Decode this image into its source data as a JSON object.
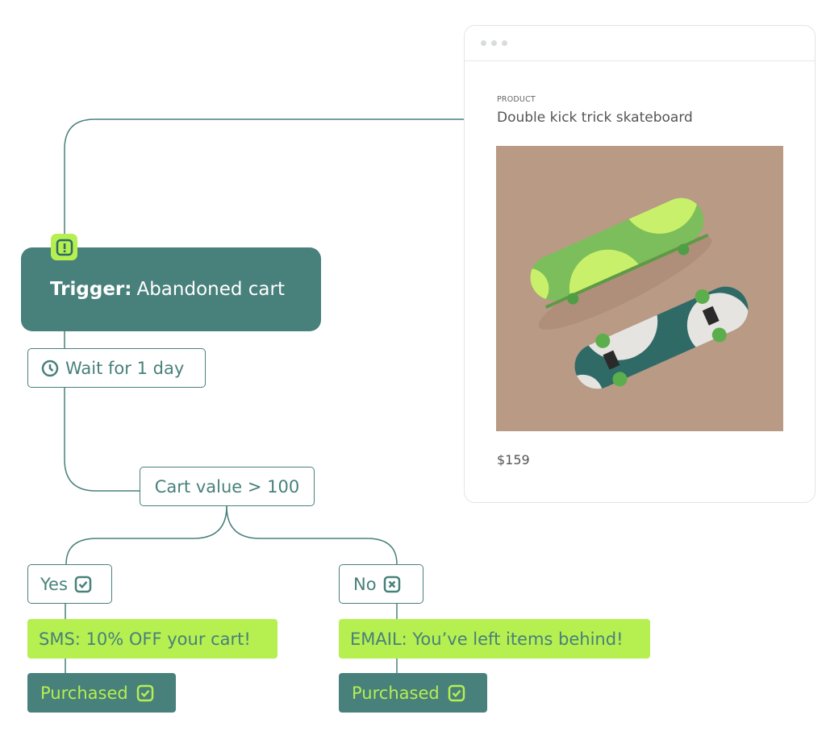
{
  "product_card": {
    "window_dots": 3,
    "label": "PRODUCT",
    "title": "Double kick trick skateboard",
    "image": "skateboard-product-photo",
    "price": "$159"
  },
  "workflow": {
    "trigger": {
      "icon": "alert-icon",
      "label_bold": "Trigger:",
      "label": "Abandoned cart"
    },
    "wait": {
      "icon": "clock-icon",
      "label": "Wait for 1 day"
    },
    "condition": {
      "label": "Cart value > 100"
    },
    "branches": [
      {
        "label": "Yes",
        "icon": "checkbox-check-icon",
        "action": "SMS: 10% OFF your cart!",
        "outcome": "Purchased",
        "outcome_icon": "checkbox-check-icon"
      },
      {
        "label": "No",
        "icon": "checkbox-x-icon",
        "action": "EMAIL: You’ve left items behind!",
        "outcome": "Purchased",
        "outcome_icon": "checkbox-check-icon"
      }
    ]
  },
  "colors": {
    "teal": "#48807b",
    "lime": "#b5ef50",
    "photo_bg": "#b89a85",
    "card_border": "#dfe6e3"
  }
}
